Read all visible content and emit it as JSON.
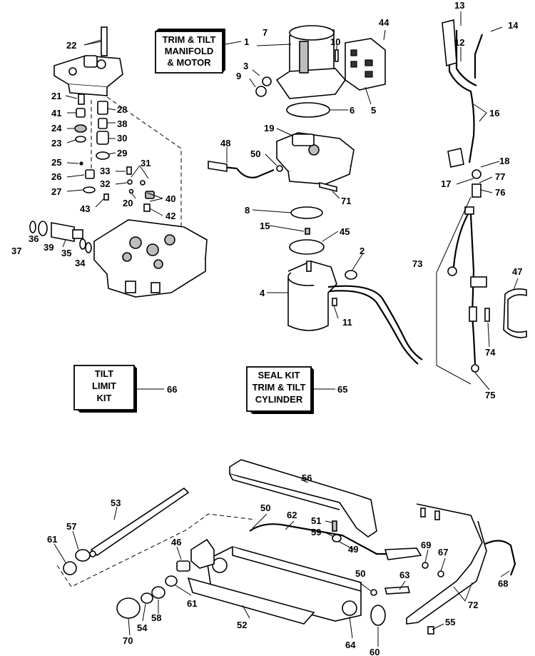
{
  "kits": [
    {
      "id": "trim-tilt-manifold-motor",
      "lines": [
        "TRIM & TILT",
        "MANIFOLD",
        "& MOTOR"
      ],
      "number": "1"
    },
    {
      "id": "tilt-limit-kit",
      "lines": [
        "TILT",
        "LIMIT",
        "KIT"
      ],
      "number": "66"
    },
    {
      "id": "seal-kit",
      "lines": [
        "SEAL KIT",
        "TRIM & TILT",
        "CYLINDER"
      ],
      "number": "65"
    }
  ],
  "part_numbers": {
    "p2": "2",
    "p3": "3",
    "p4": "4",
    "p5": "5",
    "p6": "6",
    "p7": "7",
    "p8": "8",
    "p9": "9",
    "p10": "10",
    "p11": "11",
    "p12": "12",
    "p13": "13",
    "p14": "14",
    "p15": "15",
    "p16": "16",
    "p17": "17",
    "p18": "18",
    "p19": "19",
    "p20": "20",
    "p21": "21",
    "p22": "22",
    "p23": "23",
    "p24": "24",
    "p25": "25",
    "p26": "26",
    "p27": "27",
    "p28": "28",
    "p29": "29",
    "p30": "30",
    "p31": "31",
    "p32": "32",
    "p33": "33",
    "p34": "34",
    "p35": "35",
    "p36": "36",
    "p37": "37",
    "p38": "38",
    "p39": "39",
    "p40": "40",
    "p41": "41",
    "p42": "42",
    "p43": "43",
    "p44": "44",
    "p45": "45",
    "p46": "46",
    "p47": "47",
    "p48": "48",
    "p49": "49",
    "p50a": "50",
    "p50b": "50",
    "p50c": "50",
    "p51": "51",
    "p52": "52",
    "p53": "53",
    "p54": "54",
    "p55": "55",
    "p56": "56",
    "p57": "57",
    "p58": "58",
    "p59": "59",
    "p60": "60",
    "p61a": "61",
    "p61b": "61",
    "p62": "62",
    "p63": "63",
    "p64": "64",
    "p67": "67",
    "p68": "68",
    "p69": "69",
    "p70": "70",
    "p71": "71",
    "p72": "72",
    "p73": "73",
    "p74": "74",
    "p75": "75",
    "p76": "76",
    "p77": "77"
  }
}
